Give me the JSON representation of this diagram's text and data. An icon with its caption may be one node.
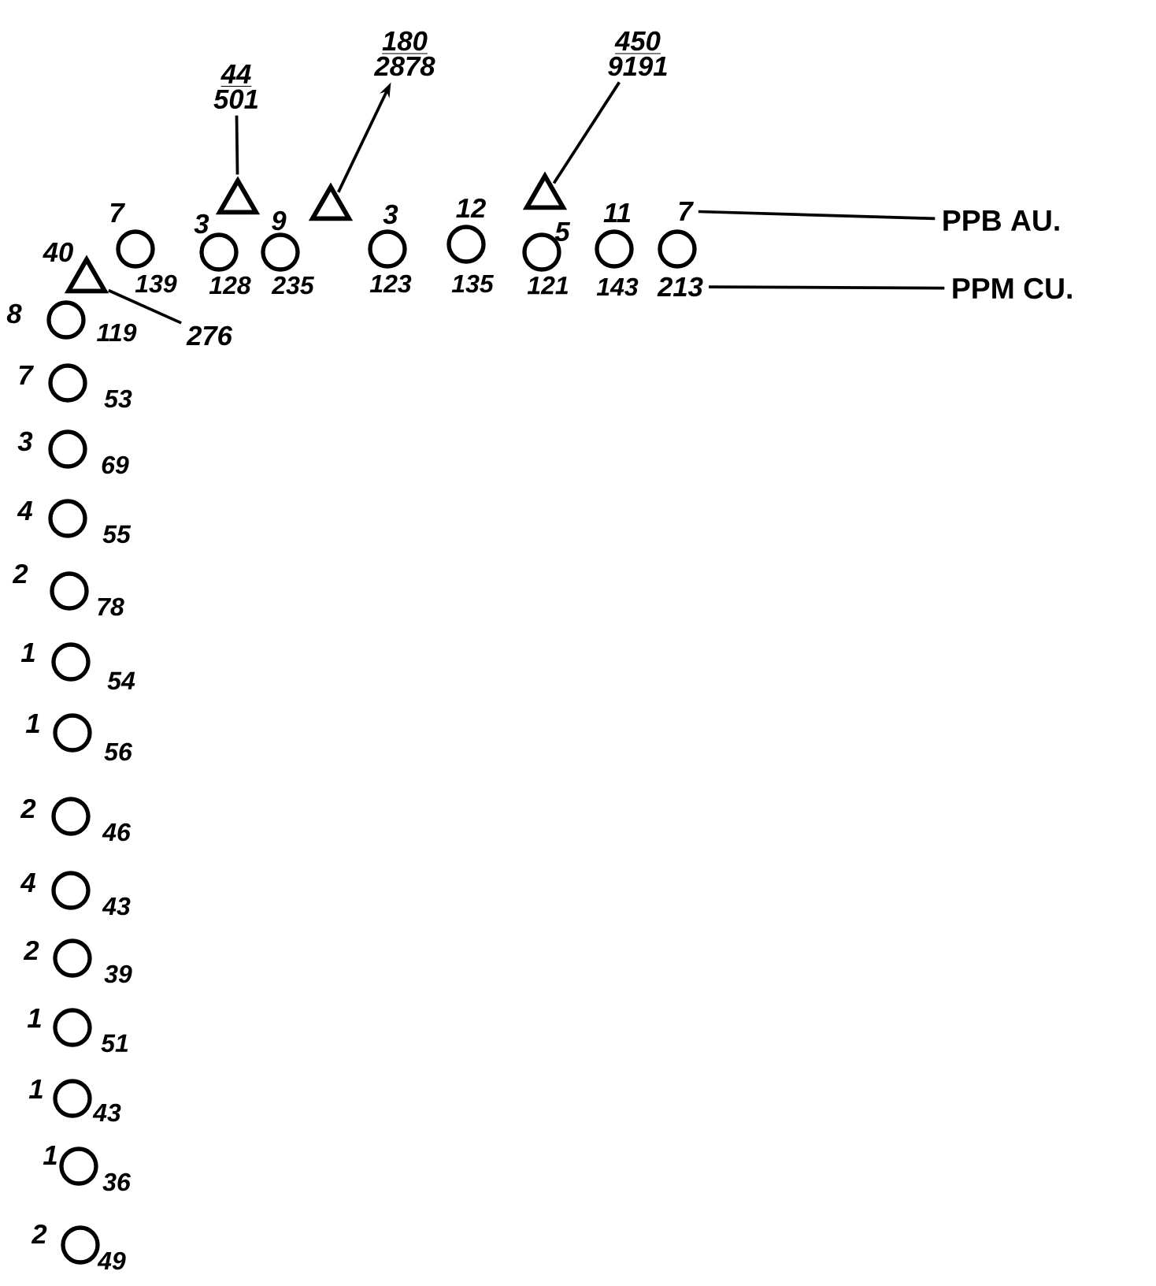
{
  "diagram": {
    "nodes": [
      {
        "text": [
          "44",
          "501"
        ]
      },
      {
        "text": [
          "180",
          "2878"
        ]
      },
      {
        "text": [
          "450",
          "9191"
        ]
      },
      {
        "text": [],
        "shape": "triangle"
      },
      {
        "text": [],
        "shape": "triangle"
      },
      {
        "text": [],
        "shape": "triangle"
      },
      {
        "text": [],
        "shape": "triangle",
        "beside": [
          "40"
        ]
      },
      {
        "text": [
          "276"
        ]
      },
      {
        "text": [],
        "shape": "circle",
        "beside": [
          "7",
          "139"
        ]
      },
      {
        "text": [],
        "shape": "circle",
        "beside": [
          "3",
          "128"
        ]
      },
      {
        "text": [],
        "shape": "circle",
        "beside": [
          "9",
          "235"
        ]
      },
      {
        "text": [],
        "shape": "circle",
        "beside": [
          "3",
          "123"
        ]
      },
      {
        "text": [],
        "shape": "circle",
        "beside": [
          "12",
          "135"
        ]
      },
      {
        "text": [],
        "shape": "circle",
        "beside": [
          "5",
          "121"
        ]
      },
      {
        "text": [],
        "shape": "circle",
        "beside": [
          "11",
          "143"
        ]
      },
      {
        "text": [],
        "shape": "circle"
      },
      {
        "text": [
          "7"
        ]
      },
      {
        "text": [
          "213"
        ]
      },
      {
        "text": [
          "PPB AU."
        ]
      },
      {
        "text": [
          "PPM CU."
        ]
      },
      {
        "text": [],
        "shape": "circle",
        "beside": [
          "8",
          "119"
        ]
      },
      {
        "text": [],
        "shape": "circle",
        "beside": [
          "7",
          "53"
        ]
      },
      {
        "text": [],
        "shape": "circle",
        "beside": [
          "3",
          "69"
        ]
      },
      {
        "text": [],
        "shape": "circle",
        "beside": [
          "4",
          "55"
        ]
      },
      {
        "text": [],
        "shape": "circle",
        "beside": [
          "2",
          "78"
        ]
      },
      {
        "text": [],
        "shape": "circle",
        "beside": [
          "1",
          "54"
        ]
      },
      {
        "text": [],
        "shape": "circle",
        "beside": [
          "1",
          "56"
        ]
      },
      {
        "text": [],
        "shape": "circle",
        "beside": [
          "2",
          "46"
        ]
      },
      {
        "text": [],
        "shape": "circle",
        "beside": [
          "4",
          "43"
        ]
      },
      {
        "text": [],
        "shape": "circle",
        "beside": [
          "2",
          "39"
        ]
      },
      {
        "text": [],
        "shape": "circle",
        "beside": [
          "1",
          "51"
        ]
      },
      {
        "text": [],
        "shape": "circle",
        "beside": [
          "1",
          "43"
        ]
      },
      {
        "text": [],
        "shape": "circle",
        "beside": [
          "1",
          "36"
        ]
      },
      {
        "text": [],
        "shape": "circle",
        "beside": [
          "2",
          "49"
        ]
      }
    ],
    "edges": [
      {
        "from": 0,
        "to": 3,
        "arrow": "none"
      },
      {
        "from": 4,
        "to": 1,
        "arrow": "to"
      },
      {
        "from": 2,
        "to": 5,
        "arrow": "none"
      },
      {
        "from": 7,
        "to": 6,
        "arrow": "none"
      },
      {
        "from": 18,
        "to": 16,
        "arrow": "none"
      },
      {
        "from": 19,
        "to": 17,
        "arrow": "none"
      }
    ]
  }
}
